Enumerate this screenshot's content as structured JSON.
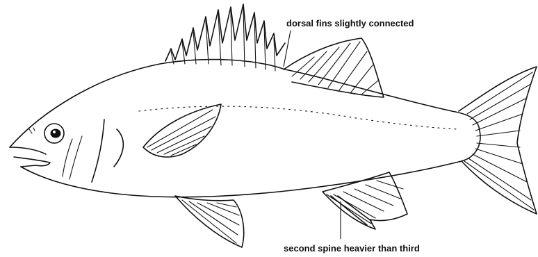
{
  "diagram": {
    "subject": "fish",
    "colors": {
      "ink": "#111111",
      "background": "#ffffff"
    },
    "callouts": {
      "dorsal": {
        "label": "dorsal fins slightly connected"
      },
      "spine": {
        "label": "second spine heavier than third"
      }
    }
  }
}
